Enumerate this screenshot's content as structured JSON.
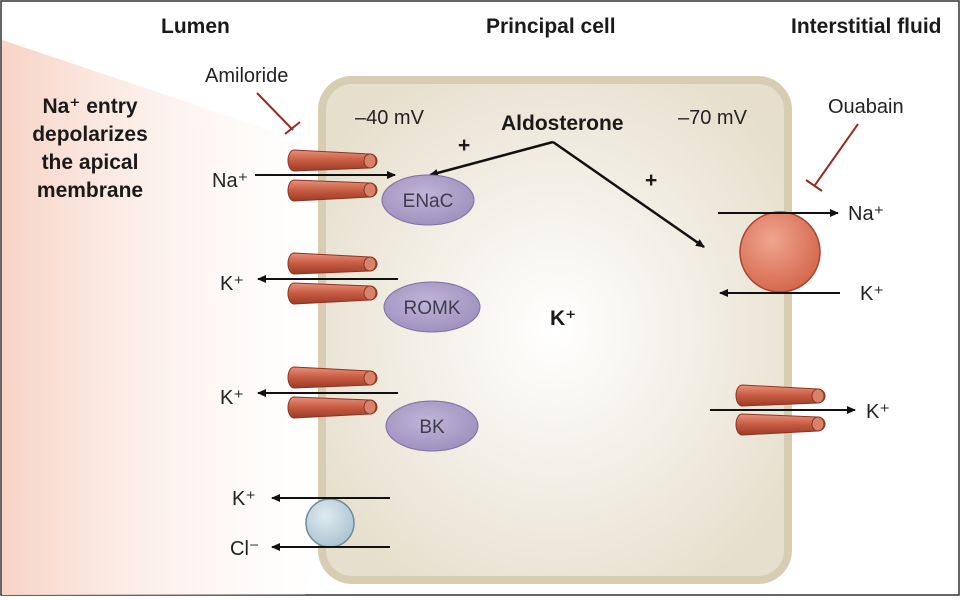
{
  "headers": {
    "lumen": "Lumen",
    "cell": "Principal cell",
    "interstitial": "Interstitial fluid"
  },
  "note": {
    "line1": "Na⁺ entry",
    "line2": "depolarizes",
    "line3": "the apical",
    "line4": "membrane"
  },
  "apical_potential": "–40 mV",
  "basolateral_potential": "–70 mV",
  "inhibitors": {
    "amiloride": "Amiloride",
    "ouabain": "Ouabain"
  },
  "hormone": {
    "name": "Aldosterone",
    "effect_left": "+",
    "effect_right": "+"
  },
  "proteins": {
    "enac": "ENaC",
    "romk": "ROMK",
    "bk": "BK"
  },
  "intracellular_ion": "K⁺",
  "ions": {
    "na_apical": "Na⁺",
    "k_romk": "K⁺",
    "k_bk": "K⁺",
    "k_cotransport": "K⁺",
    "cl_cotransport": "Cl⁻",
    "na_pump": "Na⁺",
    "k_pump": "K⁺",
    "k_baso_channel": "K⁺"
  },
  "colors": {
    "channel": "#cf6a52",
    "channel_dark": "#8e3422",
    "protein": "#a79bc4",
    "pump": "#e07a5f",
    "cotransporter": "#b9d0dc",
    "cell_fill": "#e9e3d4",
    "cell_border": "#cfc4a8",
    "inhibitor": "#9a2a22",
    "wedge": "#f3c6b6"
  }
}
